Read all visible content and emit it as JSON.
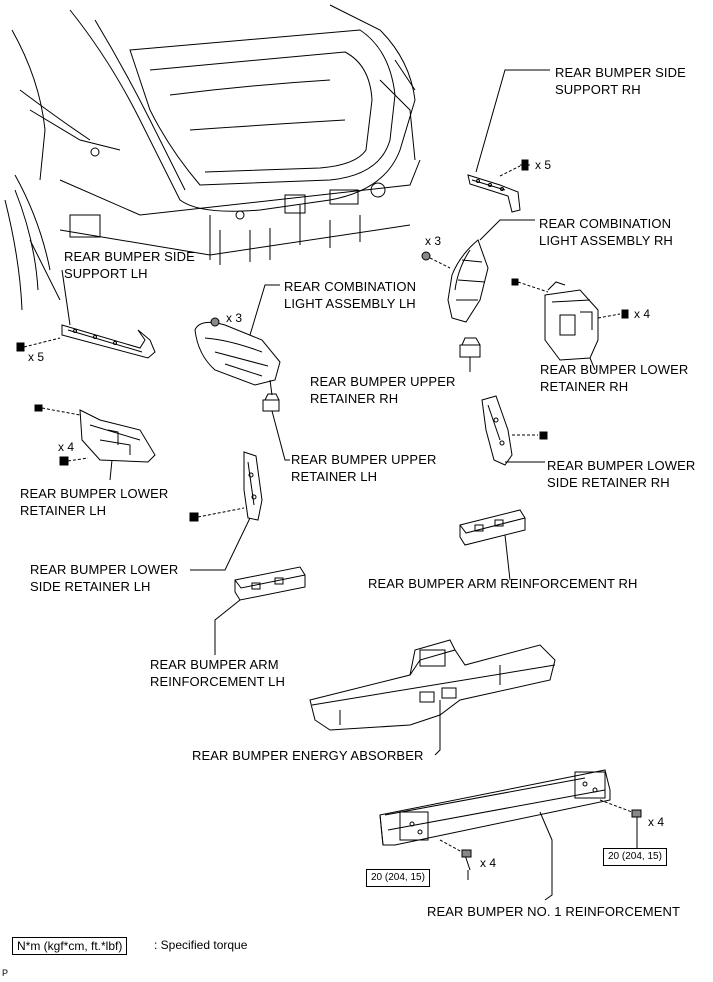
{
  "labels": {
    "side_support_rh": "REAR BUMPER SIDE\nSUPPORT RH",
    "side_support_lh": "REAR BUMPER SIDE\nSUPPORT LH",
    "comb_light_rh": "REAR COMBINATION\nLIGHT ASSEMBLY RH",
    "comb_light_lh": "REAR COMBINATION\nLIGHT ASSEMBLY LH",
    "upper_retainer_rh": "REAR BUMPER UPPER\nRETAINER RH",
    "upper_retainer_lh": "REAR BUMPER UPPER\nRETAINER LH",
    "lower_retainer_rh": "REAR BUMPER LOWER\nRETAINER RH",
    "lower_retainer_lh": "REAR BUMPER LOWER\nRETAINER LH",
    "lower_side_retainer_rh": "REAR BUMPER LOWER\nSIDE RETAINER RH",
    "lower_side_retainer_lh": "REAR BUMPER LOWER\nSIDE RETAINER LH",
    "arm_reinf_rh": "REAR BUMPER ARM REINFORCEMENT RH",
    "arm_reinf_lh": "REAR BUMPER ARM\nREINFORCEMENT LH",
    "energy_absorber": "REAR BUMPER ENERGY ABSORBER",
    "no1_reinf": "REAR BUMPER NO. 1 REINFORCEMENT"
  },
  "quantities": {
    "x5_rh": "x 5",
    "x5_lh": "x 5",
    "x3_rh": "x 3",
    "x3_lh": "x 3",
    "x4_lower_rh": "x 4",
    "x4_lower_lh": "x 4",
    "x4_reinf_right": "x 4",
    "x4_reinf_left": "x 4"
  },
  "torques": {
    "right": "20 (204, 15)",
    "left": "20 (204, 15)"
  },
  "legend": {
    "unit": "N*m (kgf*cm, ft.*lbf)",
    "description": ": Specified torque"
  },
  "figure_mark": "P"
}
